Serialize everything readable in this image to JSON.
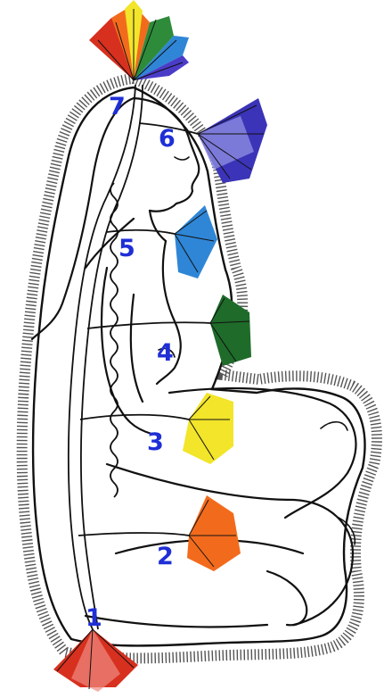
{
  "labels": {
    "n1": "1",
    "n2": "2",
    "n3": "3",
    "n4": "4",
    "n5": "5",
    "n6": "6",
    "n7": "7"
  },
  "chakras": [
    {
      "number": "1",
      "color": "#d7301f",
      "icon": "root-chakra-brush"
    },
    {
      "number": "2",
      "color": "#f26b1d",
      "icon": "sacral-chakra-brush"
    },
    {
      "number": "3",
      "color": "#f2e52a",
      "icon": "solar-plexus-chakra-brush"
    },
    {
      "number": "4",
      "color": "#1f6b2a",
      "icon": "heart-chakra-brush"
    },
    {
      "number": "5",
      "color": "#2f86d6",
      "icon": "throat-chakra-brush"
    },
    {
      "number": "6",
      "color": "#3b34b8",
      "icon": "third-eye-chakra-brush"
    },
    {
      "number": "7",
      "color": "#e8e833",
      "icon": "crown-chakra-brush"
    }
  ],
  "colors": {
    "label": "#1f2fd6",
    "outline": "#111111",
    "aura": "#555555"
  }
}
